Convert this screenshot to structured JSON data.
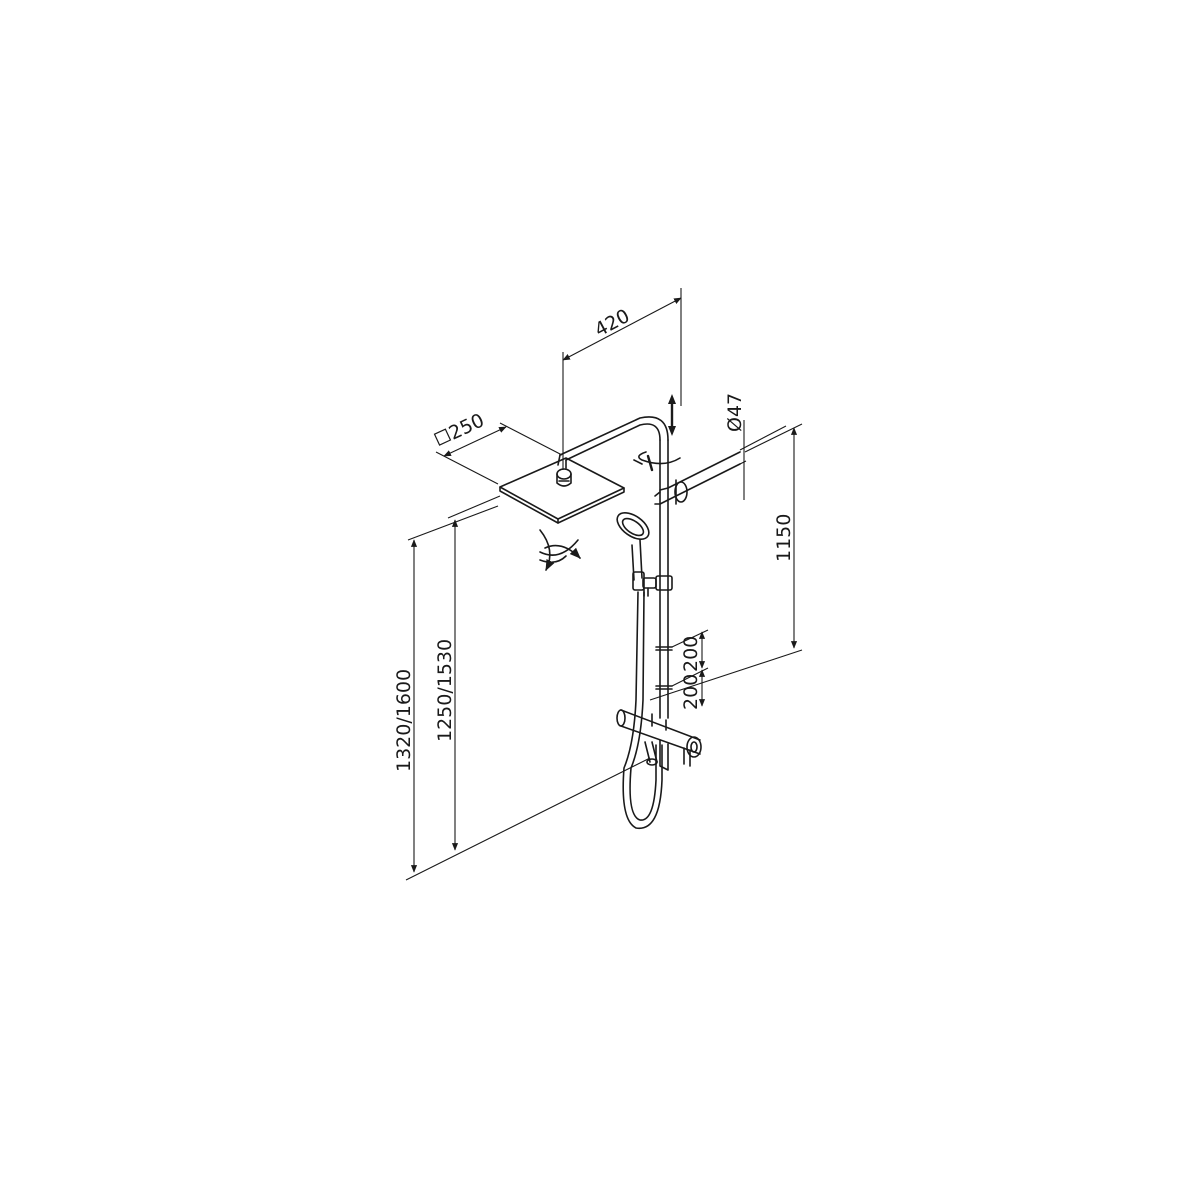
{
  "dimensions": {
    "arm_length": "420",
    "head_size": "250",
    "diameter": "Ø47",
    "height_bar": "1150",
    "spacing_upper": "200",
    "spacing_lower": "200",
    "height_total": "1320/1600",
    "height_mixer": "1250/1530"
  }
}
